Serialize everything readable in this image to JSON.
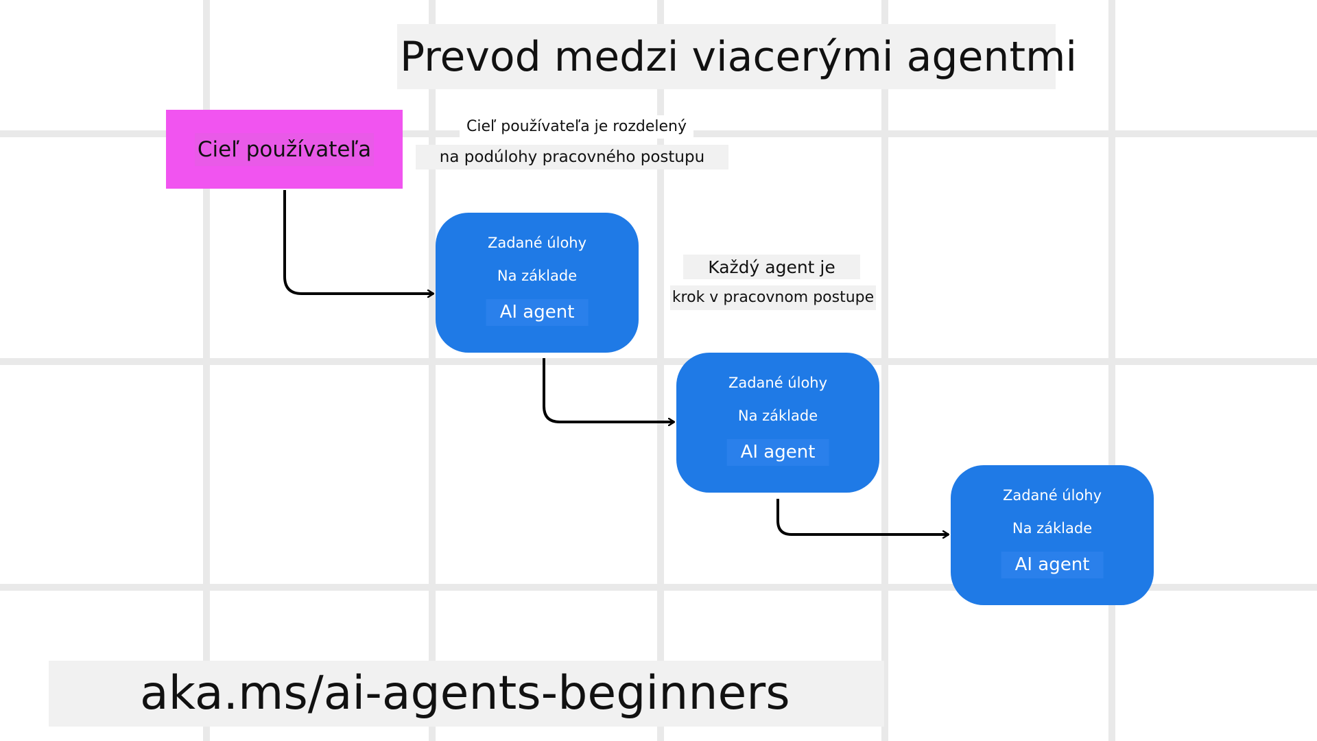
{
  "title": "Prevod medzi viacerými agentmi",
  "user_goal": "Cieľ používateľa",
  "note_decompose": {
    "line1": "Cieľ používateľa je rozdelený",
    "line2": "na podúlohy pracovného postupu"
  },
  "note_step": {
    "line1": "Každý agent je",
    "line2": "krok v pracovnom postupe"
  },
  "agents": [
    {
      "line1": "Zadané úlohy",
      "line2": "Na základe",
      "name": "AI agent"
    },
    {
      "line1": "Zadané úlohy",
      "line2": "Na základe",
      "name": "AI agent"
    },
    {
      "line1": "Zadané úlohy",
      "line2": "Na základe",
      "name": "AI agent"
    }
  ],
  "footer_url": "aka.ms/ai-agents-beginners",
  "colors": {
    "agent_fill": "#1f7ae6",
    "goal_fill": "#f154f0",
    "grid": "#e9e9e9",
    "arrow": "#000000"
  }
}
